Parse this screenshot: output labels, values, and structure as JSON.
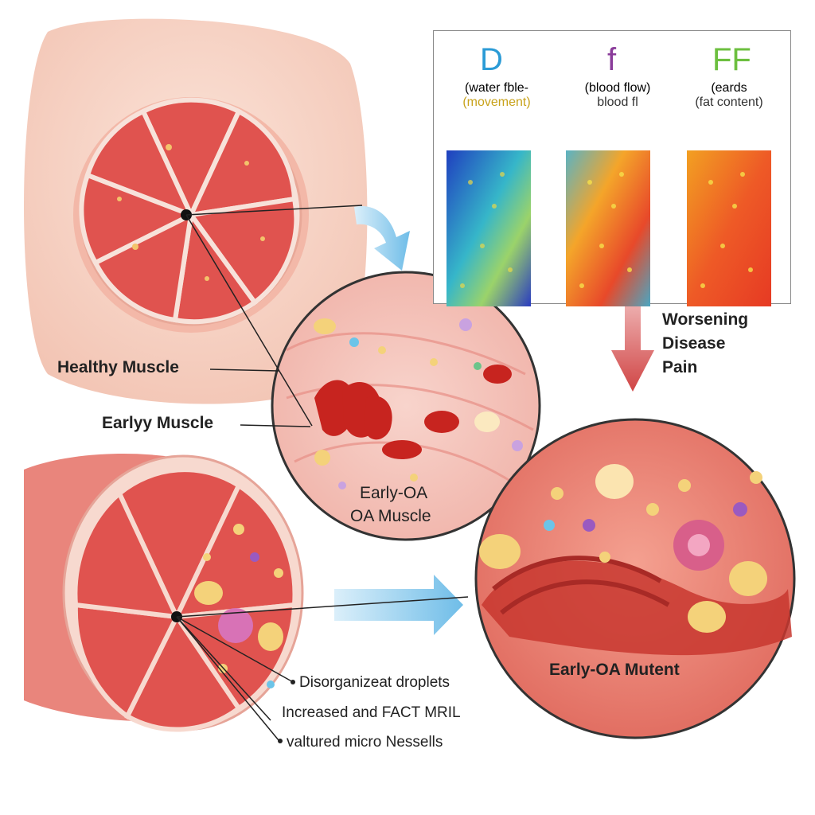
{
  "labels": {
    "healthy_muscle": "Healthy Muscle",
    "early_muscle": "Earlyy Muscle",
    "inset_line1": "Early-OA",
    "inset_line2": "OA Muscle",
    "worsening_line1": "Worsening",
    "worsening_line2": "Disease",
    "worsening_line3": "Pain",
    "mutent": "Early-OA Mutent",
    "callout_1": "Disorganizeat droplets",
    "callout_2": "Increased and FACT MRIL",
    "callout_3": "valtured micro Nessells"
  },
  "panel": {
    "maps": [
      {
        "letter": "D",
        "line1": "(water fble-",
        "line2": "(movement)",
        "letter_color": "#2b9bd6",
        "line2_color": "#c8a21a"
      },
      {
        "letter": "f",
        "line1": "(blood flow)",
        "line2": "blood fl",
        "letter_color": "#8a3c9a",
        "line2_color": "#333333"
      },
      {
        "letter": "FF",
        "line1": "(eards",
        "line2": "(fat content)",
        "letter_color": "#6cbf3f",
        "line2_color": "#333333"
      }
    ]
  },
  "colors": {
    "muscle": "#e0534f",
    "muscle_dark": "#c83a3a",
    "skin": "#f6d6c8",
    "arrow_blue": "#7cc4ea",
    "arrow_red": "#d04545",
    "fat": "#f4d27a"
  }
}
